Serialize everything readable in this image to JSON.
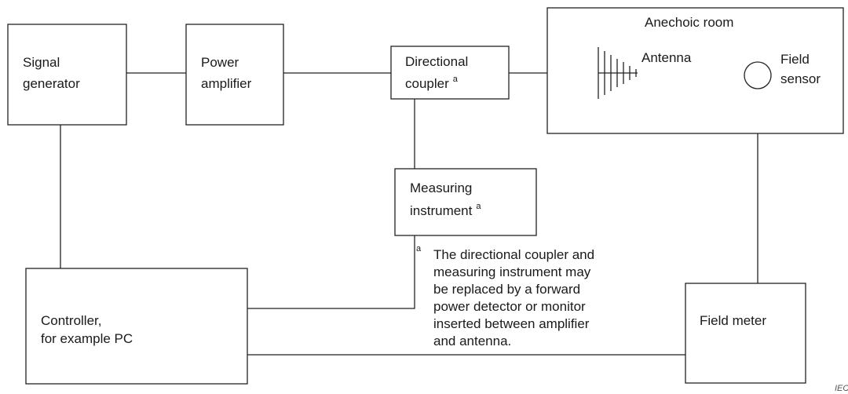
{
  "blocks": {
    "signal_generator": [
      "Signal",
      "generator"
    ],
    "power_amplifier": [
      "Power",
      "amplifier"
    ],
    "directional_coupler": [
      "Directional",
      "coupler"
    ],
    "anechoic_room": "Anechoic room",
    "antenna": "Antenna",
    "field_sensor": [
      "Field",
      "sensor"
    ],
    "measuring_instrument": [
      "Measuring",
      "instrument"
    ],
    "controller": [
      "Controller,",
      "for example PC"
    ],
    "field_meter": "Field meter"
  },
  "footnote": {
    "marker": "a",
    "lines": [
      "The directional coupler and",
      "measuring instrument may",
      "be replaced by a forward",
      "power detector or monitor",
      "inserted between amplifier",
      "and antenna."
    ]
  },
  "corner_tag": "IEC"
}
